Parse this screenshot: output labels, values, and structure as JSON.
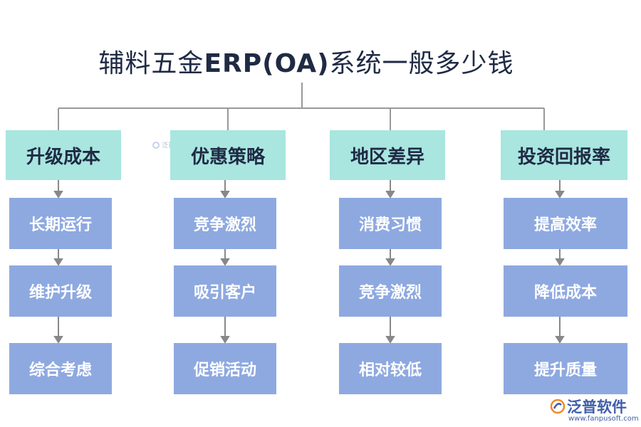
{
  "title": {
    "part1": "辅料五金",
    "part2": "ERP(OA)",
    "part3": "系统一般多少钱"
  },
  "columns": [
    {
      "head": "升级成本",
      "items": [
        "长期运行",
        "维护升级",
        "综合考虑"
      ]
    },
    {
      "head": "优惠策略",
      "items": [
        "竞争激烈",
        "吸引客户",
        "促销活动"
      ]
    },
    {
      "head": "地区差异",
      "items": [
        "消费习惯",
        "竞争激烈",
        "相对较低"
      ]
    },
    {
      "head": "投资回报率",
      "items": [
        "提高效率",
        "降低成本",
        "提升质量"
      ]
    }
  ],
  "watermark_small": "泛普软件",
  "brand": {
    "name": "泛普软件",
    "url": "www.fanpusoft.com"
  },
  "colors": {
    "head_bg": "#a8e6df",
    "box_bg": "#8ea9e0",
    "title": "#1f2a44",
    "line": "#999999"
  }
}
